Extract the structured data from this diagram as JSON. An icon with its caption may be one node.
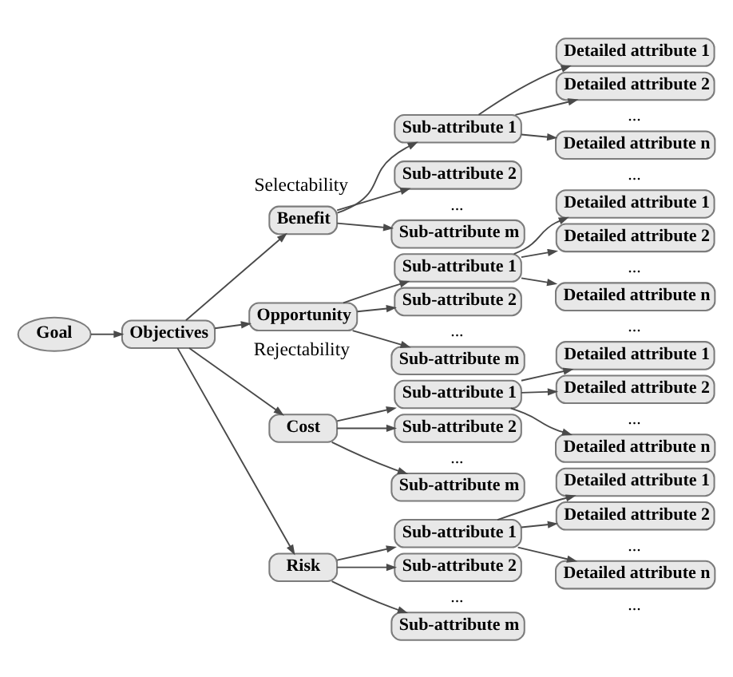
{
  "diagram": {
    "nodes": [
      {
        "text": [
          "Goal"
        ]
      },
      {
        "text": [
          "Objectives"
        ]
      },
      {
        "text": [
          "Benefit"
        ]
      },
      {
        "text": [
          "Opportunity"
        ]
      },
      {
        "text": [
          "Cost"
        ]
      },
      {
        "text": [
          "Risk"
        ]
      },
      {
        "text": [
          "Sub-attribute 1"
        ]
      },
      {
        "text": [
          "Sub-attribute 2"
        ]
      },
      {
        "text": [
          "Sub-attribute m"
        ]
      },
      {
        "text": [
          "Sub-attribute 1"
        ]
      },
      {
        "text": [
          "Sub-attribute 2"
        ]
      },
      {
        "text": [
          "Sub-attribute m"
        ]
      },
      {
        "text": [
          "Sub-attribute 1"
        ]
      },
      {
        "text": [
          "Sub-attribute 2"
        ]
      },
      {
        "text": [
          "Sub-attribute m"
        ]
      },
      {
        "text": [
          "Sub-attribute 1"
        ]
      },
      {
        "text": [
          "Sub-attribute 2"
        ]
      },
      {
        "text": [
          "Sub-attribute m"
        ]
      },
      {
        "text": [
          "Detailed attribute 1"
        ]
      },
      {
        "text": [
          "Detailed attribute 2"
        ]
      },
      {
        "text": [
          "Detailed attribute n"
        ]
      },
      {
        "text": [
          "Detailed attribute 1"
        ]
      },
      {
        "text": [
          "Detailed attribute 2"
        ]
      },
      {
        "text": [
          "Detailed attribute n"
        ]
      },
      {
        "text": [
          "Detailed attribute 1"
        ]
      },
      {
        "text": [
          "Detailed attribute 2"
        ]
      },
      {
        "text": [
          "Detailed attribute n"
        ]
      },
      {
        "text": [
          "Detailed attribute 1"
        ]
      },
      {
        "text": [
          "Detailed attribute 2"
        ]
      },
      {
        "text": [
          "Detailed attribute n"
        ]
      }
    ],
    "edges": [
      {
        "from": 0,
        "to": 1,
        "arrow": "to"
      },
      {
        "from": 1,
        "to": 2,
        "arrow": "to"
      },
      {
        "from": 1,
        "to": 3,
        "arrow": "to"
      },
      {
        "from": 1,
        "to": 4,
        "arrow": "to"
      },
      {
        "from": 1,
        "to": 5,
        "arrow": "to"
      },
      {
        "from": 2,
        "to": 6,
        "arrow": "to"
      },
      {
        "from": 2,
        "to": 7,
        "arrow": "to"
      },
      {
        "from": 2,
        "to": 8,
        "arrow": "to"
      },
      {
        "from": 3,
        "to": 9,
        "arrow": "to"
      },
      {
        "from": 3,
        "to": 10,
        "arrow": "to"
      },
      {
        "from": 3,
        "to": 11,
        "arrow": "to"
      },
      {
        "from": 4,
        "to": 12,
        "arrow": "to"
      },
      {
        "from": 4,
        "to": 13,
        "arrow": "to"
      },
      {
        "from": 4,
        "to": 14,
        "arrow": "to"
      },
      {
        "from": 5,
        "to": 15,
        "arrow": "to"
      },
      {
        "from": 5,
        "to": 16,
        "arrow": "to"
      },
      {
        "from": 5,
        "to": 17,
        "arrow": "to"
      },
      {
        "from": 6,
        "to": 18,
        "arrow": "to"
      },
      {
        "from": 6,
        "to": 19,
        "arrow": "to"
      },
      {
        "from": 6,
        "to": 20,
        "arrow": "to"
      },
      {
        "from": 9,
        "to": 21,
        "arrow": "to"
      },
      {
        "from": 9,
        "to": 22,
        "arrow": "to"
      },
      {
        "from": 9,
        "to": 23,
        "arrow": "to"
      },
      {
        "from": 12,
        "to": 24,
        "arrow": "to"
      },
      {
        "from": 12,
        "to": 25,
        "arrow": "to"
      },
      {
        "from": 12,
        "to": 26,
        "arrow": "to"
      },
      {
        "from": 15,
        "to": 27,
        "arrow": "to"
      },
      {
        "from": 15,
        "to": 28,
        "arrow": "to"
      },
      {
        "from": 15,
        "to": 29,
        "arrow": "to"
      }
    ],
    "labels": [
      "Selectability",
      "Rejectability",
      "...",
      "...",
      "...",
      "...",
      "...",
      "...",
      "...",
      "...",
      "...",
      "...",
      "..."
    ]
  }
}
